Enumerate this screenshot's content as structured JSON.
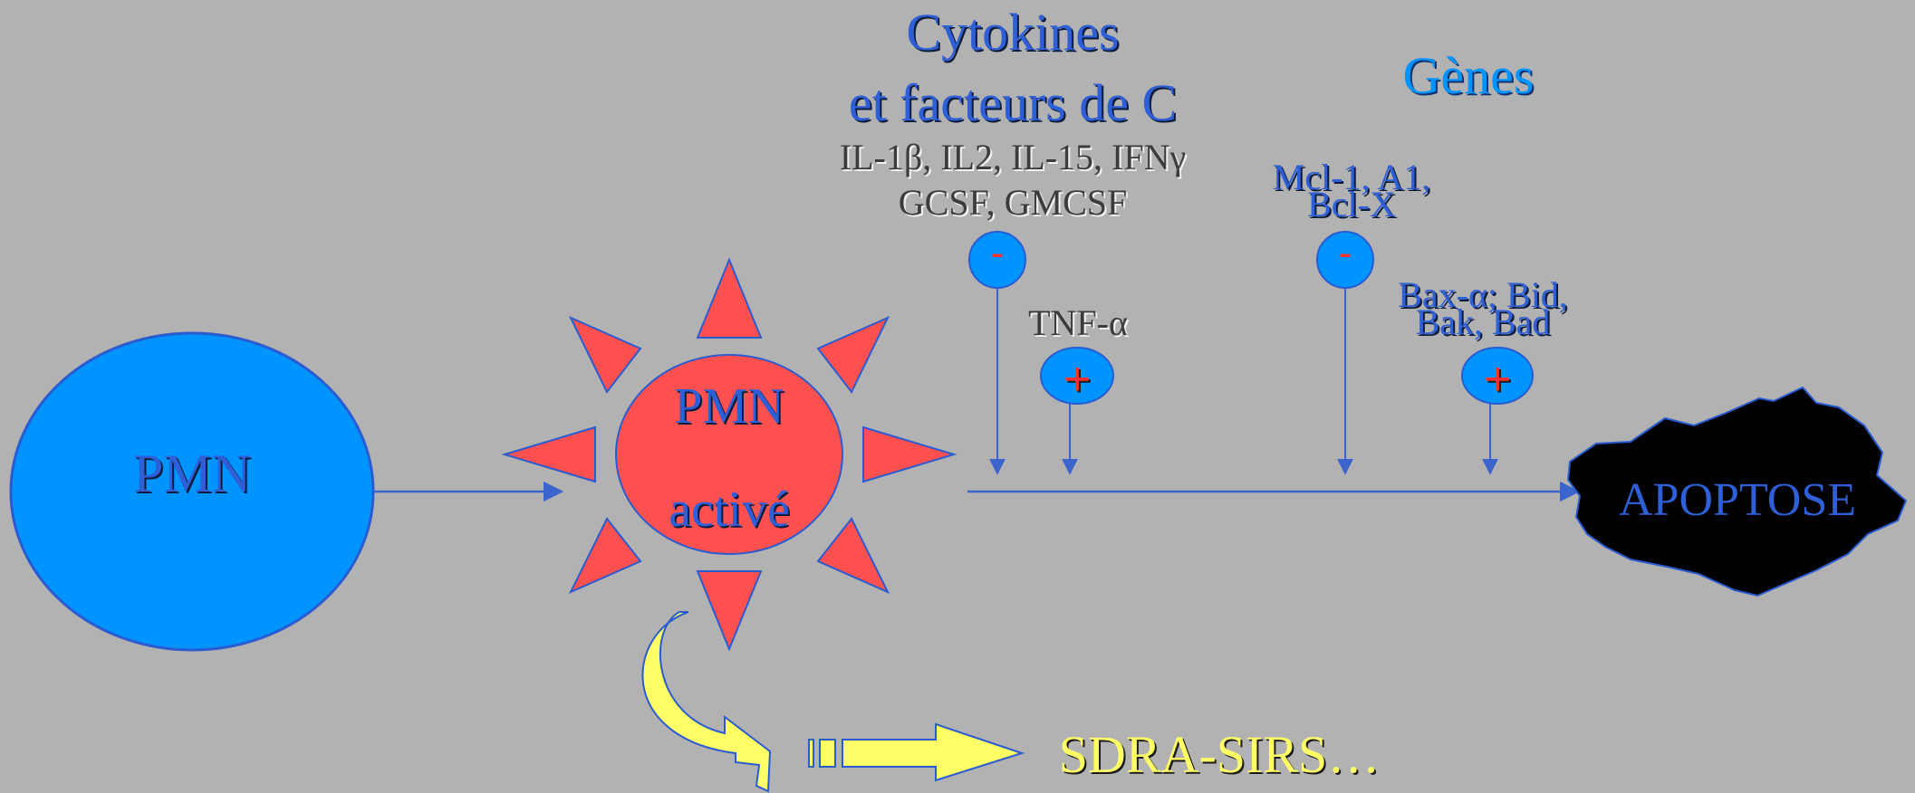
{
  "nodes": {
    "pmn_resting": "PMN",
    "pmn_active_line1": "PMN",
    "pmn_active_line2": "activé",
    "apoptose": "APOPTOSE",
    "outcome": "SDRA-SIRS…"
  },
  "cytokines": {
    "title_line1": "Cytokines",
    "title_line2": "et facteurs de C",
    "list_line1": "IL-1β, IL2, IL-15, IFNγ",
    "list_line2": "GCSF, GMCSF",
    "inhibitor_sign": "-",
    "tnf_label": "TNF-α",
    "tnf_sign": "+"
  },
  "genes": {
    "title": "Gènes",
    "anti_line1": "Mcl-1, A1,",
    "anti_line2": "Bcl-X",
    "anti_sign": "-",
    "pro_line1": "Bax-α; Bid,",
    "pro_line2": "Bak, Bad",
    "pro_sign": "+"
  },
  "colors": {
    "background": "#b2b2b2",
    "cell_blue": "#0094ff",
    "activated_red": "#ff5050",
    "arrow_blue": "#3b64cc",
    "apoptose_black": "#000000",
    "outcome_yellow": "#ffff66"
  }
}
